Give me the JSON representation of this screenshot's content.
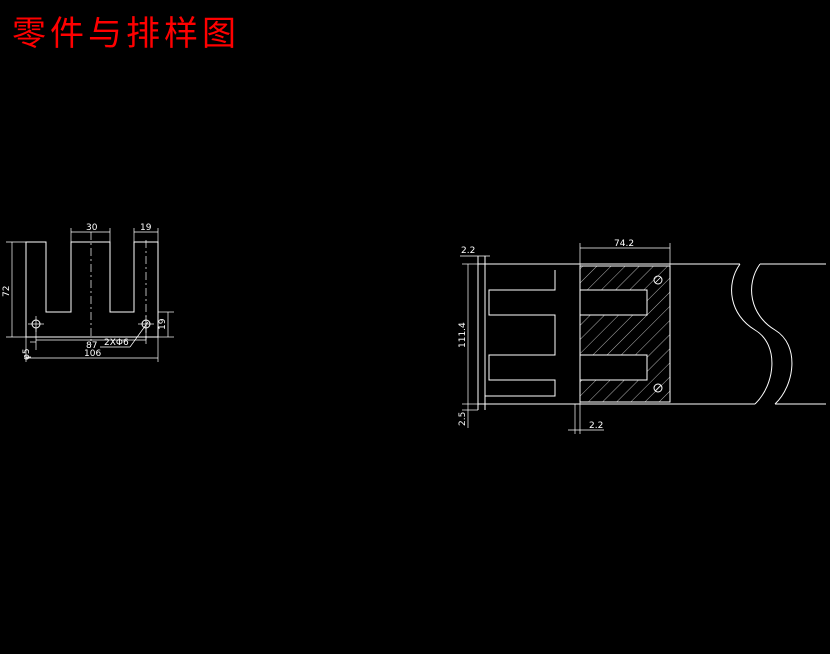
{
  "title": "零件与排样图",
  "part_dims": {
    "d30": "30",
    "d19_top": "19",
    "d72": "72",
    "d19_right": "19",
    "phi5": "φ5",
    "d87": "87",
    "r6": "2XΦ6",
    "d106": "106"
  },
  "layout_dims": {
    "d22_left": "2.2",
    "d742": "74.2",
    "d1114": "111.4",
    "d25": "2.5",
    "d22_bottom": "2.2"
  }
}
